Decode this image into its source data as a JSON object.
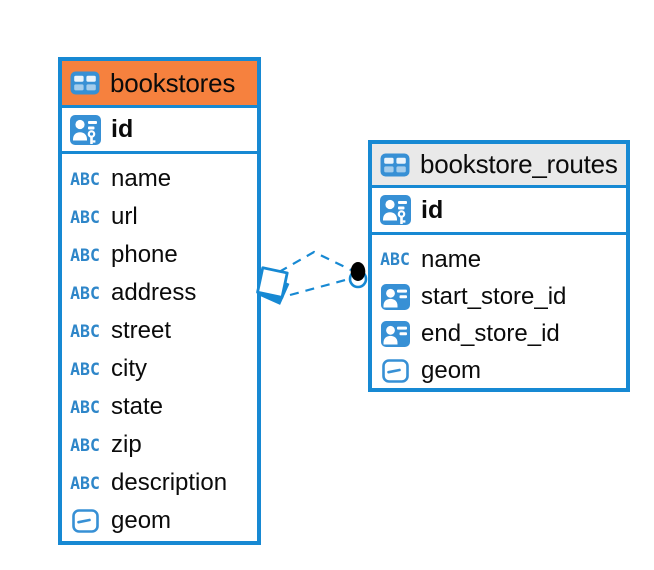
{
  "colors": {
    "accent_blue": "#1789D3",
    "header_orange": "#F6813E",
    "header_gray": "#E9E9E9",
    "icon_blue": "#3790D5",
    "abc_blue": "#2E86C9",
    "text_black": "#0B0B0B",
    "relationship_dot_black": "#000000"
  },
  "icons": {
    "text_type_label": "ABC"
  },
  "tables": [
    {
      "name": "bookstores",
      "primary_key": "id",
      "columns": [
        "name",
        "url",
        "phone",
        "address",
        "street",
        "city",
        "state",
        "zip",
        "description",
        "geom"
      ]
    },
    {
      "name": "bookstore_routes",
      "primary_key": "id",
      "columns": [
        "name",
        "start_store_id",
        "end_store_id",
        "geom"
      ]
    }
  ],
  "relationship": {
    "from": "bookstores",
    "to": "bookstore_routes",
    "line_style": "dashed",
    "line_count": 2,
    "from_marker": "many-diamond",
    "to_marker": "dot"
  }
}
